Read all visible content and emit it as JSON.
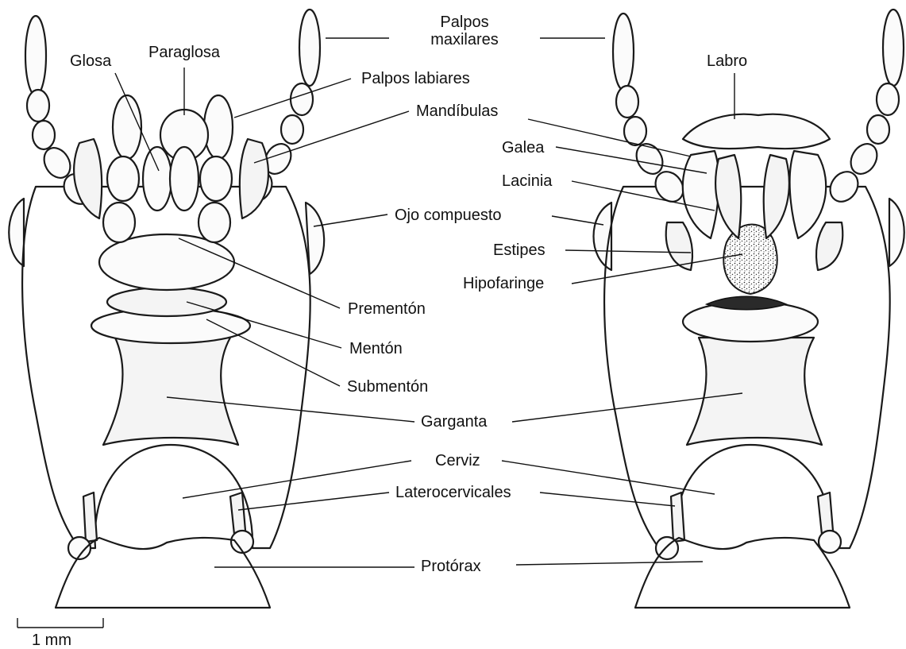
{
  "labels": {
    "glosa": "Glosa",
    "paraglosa": "Paraglosa",
    "palpos_maxilares_1": "Palpos",
    "palpos_maxilares_2": "maxilares",
    "labro": "Labro",
    "palpos_labiares": "Palpos labiares",
    "mandibulas": "Mandíbulas",
    "galea": "Galea",
    "lacinia": "Lacinia",
    "ojo_compuesto": "Ojo compuesto",
    "estipes": "Estipes",
    "hipofaringe": "Hipofaringe",
    "prementon": "Prementón",
    "menton": "Mentón",
    "submenton": "Submentón",
    "garganta": "Garganta",
    "cerviz": "Cerviz",
    "laterocervicales": "Laterocervicales",
    "protorax": "Protórax"
  },
  "scale_bar": {
    "label": "1 mm"
  }
}
